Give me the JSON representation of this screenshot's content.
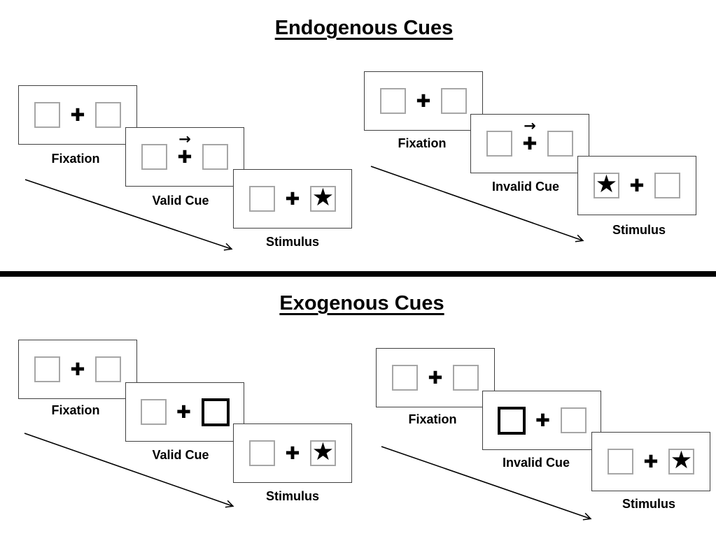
{
  "colors": {
    "background": "#ffffff",
    "ink": "#000000",
    "panel_border": "#404040",
    "placeholder_box_border": "#a6a6a6",
    "cue_highlight_border": "#000000",
    "divider": "#000000"
  },
  "glyphs": {
    "fixation_cross": "✚",
    "target_star": "★",
    "cue_arrow": "→"
  },
  "diagram": {
    "sections": [
      {
        "id": "endogenous",
        "title": "Endogenous Cues",
        "trials": [
          {
            "id": "endogenous-valid",
            "cue_style": "central arrow above fixation cross pointing right",
            "target_side": "right",
            "frames": [
              {
                "label": "Fixation"
              },
              {
                "label": "Valid Cue"
              },
              {
                "label": "Stimulus"
              }
            ]
          },
          {
            "id": "endogenous-invalid",
            "cue_style": "central arrow above fixation cross pointing right",
            "target_side": "left",
            "frames": [
              {
                "label": "Fixation"
              },
              {
                "label": "Invalid Cue"
              },
              {
                "label": "Stimulus"
              }
            ]
          }
        ]
      },
      {
        "id": "exogenous",
        "title": "Exogenous Cues",
        "trials": [
          {
            "id": "exogenous-valid",
            "cue_style": "right box outlined bold",
            "target_side": "right",
            "frames": [
              {
                "label": "Fixation"
              },
              {
                "label": "Valid Cue"
              },
              {
                "label": "Stimulus"
              }
            ]
          },
          {
            "id": "exogenous-invalid",
            "cue_style": "left box outlined bold",
            "target_side": "right",
            "frames": [
              {
                "label": "Fixation"
              },
              {
                "label": "Invalid Cue"
              },
              {
                "label": "Stimulus"
              }
            ]
          }
        ]
      }
    ]
  }
}
